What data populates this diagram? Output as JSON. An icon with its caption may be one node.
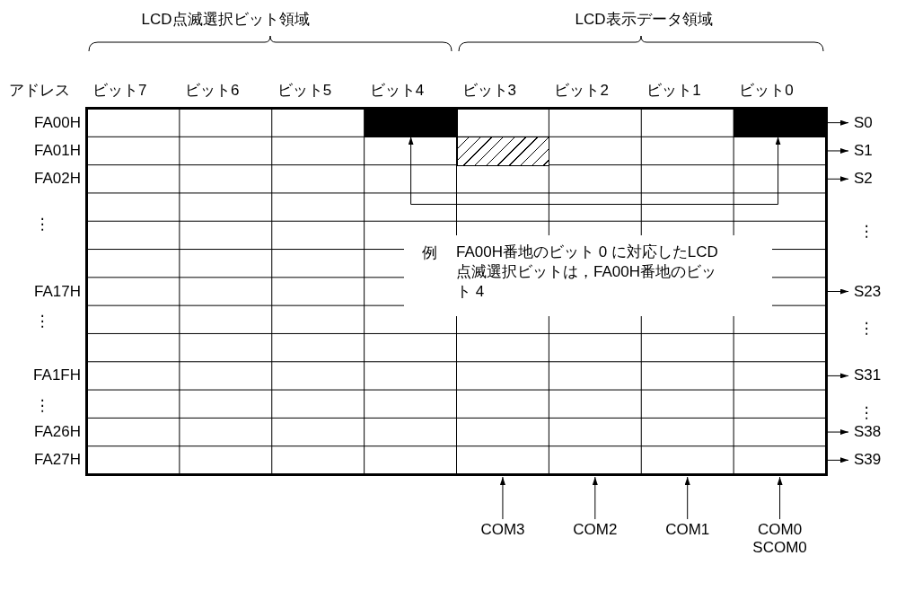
{
  "diagram": {
    "nodes": [
      {
        "text": [],
        "shape": "box"
      },
      {
        "text": [],
        "shape": "box",
        "in": 0
      },
      {
        "text": [],
        "shape": "box",
        "in": 0
      },
      {
        "text": [],
        "shape": "box",
        "in": 0
      },
      {
        "text": [
          "S0"
        ]
      },
      {
        "text": [
          "S1"
        ]
      },
      {
        "text": [
          "S2"
        ]
      },
      {
        "text": [
          "S23"
        ]
      },
      {
        "text": [
          "S31"
        ]
      },
      {
        "text": [
          "S38"
        ]
      },
      {
        "text": [
          "S39"
        ]
      },
      {
        "text": [
          "COM3"
        ]
      },
      {
        "text": [
          "COM2"
        ]
      },
      {
        "text": [
          "COM1"
        ]
      },
      {
        "text": [
          "COM0",
          "SCOM0"
        ]
      }
    ],
    "edges": [
      {
        "from": 0,
        "to": 4,
        "arrow": "to"
      },
      {
        "from": 0,
        "to": 5,
        "arrow": "to"
      },
      {
        "from": 0,
        "to": 6,
        "arrow": "to"
      },
      {
        "from": 0,
        "to": 7,
        "arrow": "to"
      },
      {
        "from": 0,
        "to": 8,
        "arrow": "to"
      },
      {
        "from": 0,
        "to": 9,
        "arrow": "to"
      },
      {
        "from": 0,
        "to": 10,
        "arrow": "to"
      },
      {
        "from": 11,
        "to": 0,
        "arrow": "to"
      },
      {
        "from": 12,
        "to": 0,
        "arrow": "to"
      },
      {
        "from": 13,
        "to": 0,
        "arrow": "to"
      },
      {
        "from": 14,
        "to": 0,
        "arrow": "to"
      },
      {
        "from": 2,
        "to": 1,
        "arrow": "both"
      }
    ],
    "labels": [
      "LCD点滅選択ビット領域",
      "LCD表示データ領域",
      "アドレス",
      "ビット7",
      "ビット6",
      "ビット5",
      "ビット4",
      "ビット3",
      "ビット2",
      "ビット1",
      "ビット0",
      "FA00H",
      "FA01H",
      "FA02H",
      "⋮",
      "⋮",
      "例",
      "FA00H番地のビット 0 に対応したLCD点滅選択ビットは，FA00H番地のビット 4",
      "FA17H",
      "⋮",
      "⋮",
      "FA1FH",
      "⋮",
      "⋮",
      "FA26H",
      "FA27H"
    ]
  }
}
